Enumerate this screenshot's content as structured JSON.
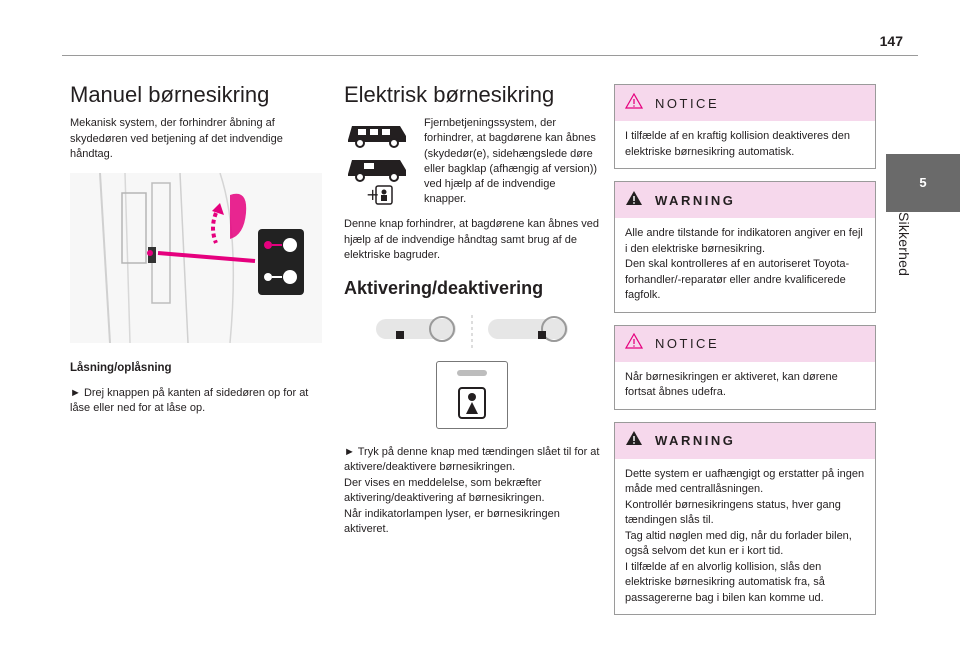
{
  "page": {
    "number": "147"
  },
  "side": {
    "chapter_number": "5",
    "chapter_label": "Sikkerhed"
  },
  "col1": {
    "title": "Manuel børnesikring",
    "intro": "Mekanisk system, der forhindrer åbning af skydedøren ved betjening af det indvendige håndtag.",
    "subhead": "Låsning/oplåsning",
    "instruction": "► Drej knappen på kanten af sidedøren op for at låse eller ned for at låse op."
  },
  "col2": {
    "title": "Elektrisk børnesikring",
    "remote_text": "Fjernbetjeningssystem, der forhindrer, at bagdørene kan åbnes (skydedør(e), sidehængslede døre eller bagklap (afhængig af version)) ved hjælp af de indvendige knapper.",
    "para": "Denne knap forhindrer, at bagdørene kan åbnes ved hjælp af de indvendige håndtag samt brug af de elektriske bagruder.",
    "subhead": "Aktivering/deaktivering",
    "step1": "► Tryk på denne knap med tændingen slået til for at aktivere/deaktivere børnesikringen.",
    "step2": "Der vises en meddelelse, som bekræfter aktivering/deaktivering af børnesikringen.",
    "step3": "Når indikatorlampen lyser, er børnesikringen aktiveret."
  },
  "col3": {
    "boxes": [
      {
        "type": "NOTICE",
        "lines": [
          "I tilfælde af en kraftig kollision deaktiveres den elektriske børnesikring automatisk."
        ]
      },
      {
        "type": "WARNING",
        "lines": [
          "Alle andre tilstande for indikatoren angiver en fejl i den elektriske børnesikring.",
          "Den skal kontrolleres af en autoriseret Toyota-forhandler/-reparatør eller andre kvalificerede fagfolk."
        ]
      },
      {
        "type": "NOTICE",
        "lines": [
          "Når børnesikringen er aktiveret, kan dørene fortsat åbnes udefra."
        ]
      },
      {
        "type": "WARNING",
        "lines": [
          "Dette system er uafhængigt og erstatter på ingen måde med centrallåsningen.",
          "Kontrollér børnesikringens status, hver gang tændingen slås til.",
          "Tag altid nøglen med dig, når du forlader bilen, også selvom det kun er i kort tid.",
          "I tilfælde af en alvorlig kollision, slås den elektriske børnesikring automatisk fra, så passagererne bag i bilen kan komme ud."
        ]
      }
    ]
  },
  "colors": {
    "accent_pink": "#e5007e",
    "box_head": "#f6d8ec",
    "side_tab": "#6a6a6a"
  }
}
